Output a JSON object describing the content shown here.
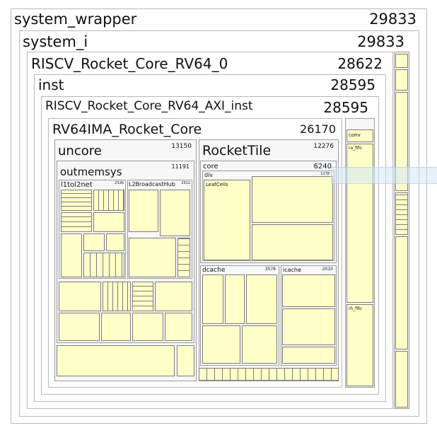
{
  "nodes": {
    "system_wrapper": {
      "label": "system_wrapper",
      "value": "29833"
    },
    "system_i": {
      "label": "system_i",
      "value": "29833"
    },
    "rocket_core_0": {
      "label": "RISCV_Rocket_Core_RV64_0",
      "value": "28622"
    },
    "inst": {
      "label": "inst",
      "value": "28595"
    },
    "axi_inst": {
      "label": "RISCV_Rocket_Core_RV64_AXI_inst",
      "value": "28595"
    },
    "rv64ima": {
      "label": "RV64IMA_Rocket_Core",
      "value": "26170"
    },
    "uncore": {
      "label": "uncore",
      "value": "13150"
    },
    "rockettile": {
      "label": "RocketTile",
      "value": "12276"
    },
    "outmemsys": {
      "label": "outmemsys",
      "value": "11191"
    },
    "core": {
      "label": "core",
      "value": "6240"
    },
    "l1tol2net": {
      "label": "l1tol2net",
      "value": "2526"
    },
    "l2broadcasthub": {
      "label": "L2BroadcastHub",
      "value": "2511"
    },
    "div": {
      "label": "div",
      "value": "2178"
    },
    "dcache": {
      "label": "dcache",
      "value": "3576"
    },
    "icache": {
      "label": "icache",
      "value": "2010"
    }
  },
  "small_labels": {
    "leafcells": "LeafCells",
    "conv": "conv",
    "ra_fifo": "ra_fifo",
    "rh_fifo": "rh_fifo",
    "leaf_cells_short": "LeafCells"
  },
  "colors": {
    "cell_fill": "#ffffc8",
    "frame_border": "#7c7c7c",
    "background": "#ffffff"
  }
}
